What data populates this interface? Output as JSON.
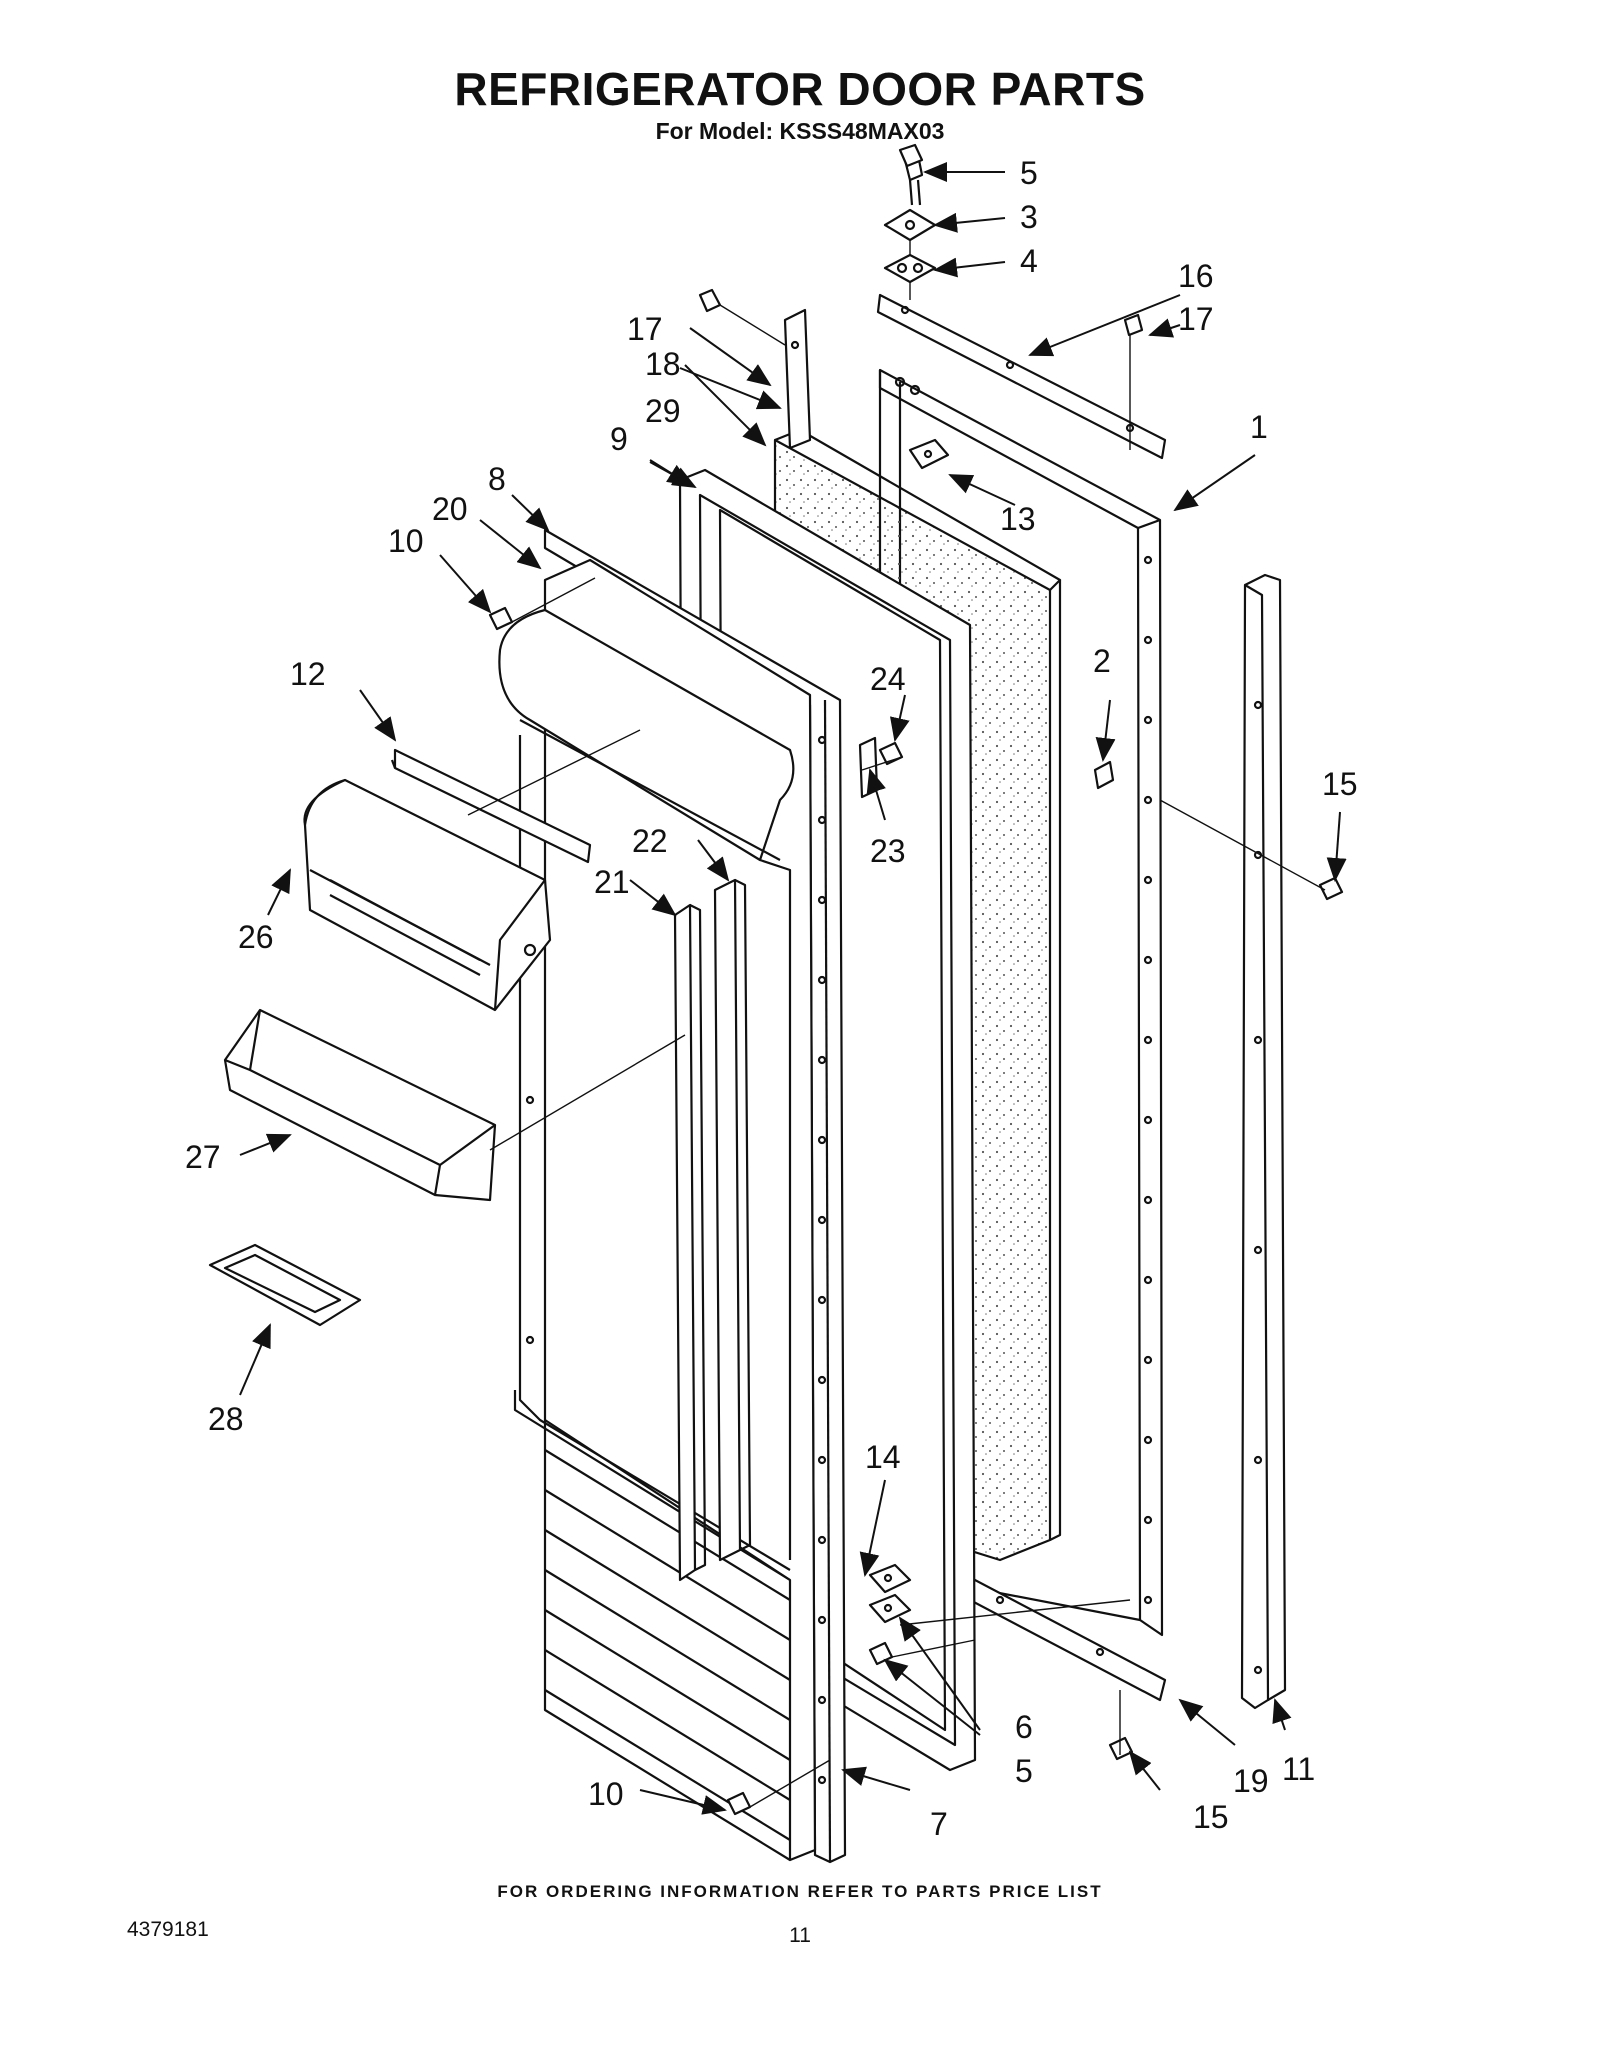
{
  "header": {
    "title": "REFRIGERATOR DOOR PARTS",
    "subtitle": "For Model: KSSS48MAX03"
  },
  "footer": {
    "ordering_note": "FOR ORDERING INFORMATION REFER TO PARTS PRICE LIST",
    "document_number": "4379181",
    "page_number": "11"
  },
  "callouts": {
    "c1": "1",
    "c2": "2",
    "c3": "3",
    "c4": "4",
    "c5a": "5",
    "c5b": "5",
    "c6": "6",
    "c7": "7",
    "c8": "8",
    "c9": "9",
    "c10a": "10",
    "c10b": "10",
    "c11": "11",
    "c12": "12",
    "c13": "13",
    "c14": "14",
    "c15a": "15",
    "c15b": "15",
    "c16": "16",
    "c17a": "17",
    "c17b": "17",
    "c18": "18",
    "c19": "19",
    "c20": "20",
    "c21": "21",
    "c22": "22",
    "c23": "23",
    "c24": "24",
    "c26": "26",
    "c27": "27",
    "c28": "28",
    "c29": "29"
  }
}
